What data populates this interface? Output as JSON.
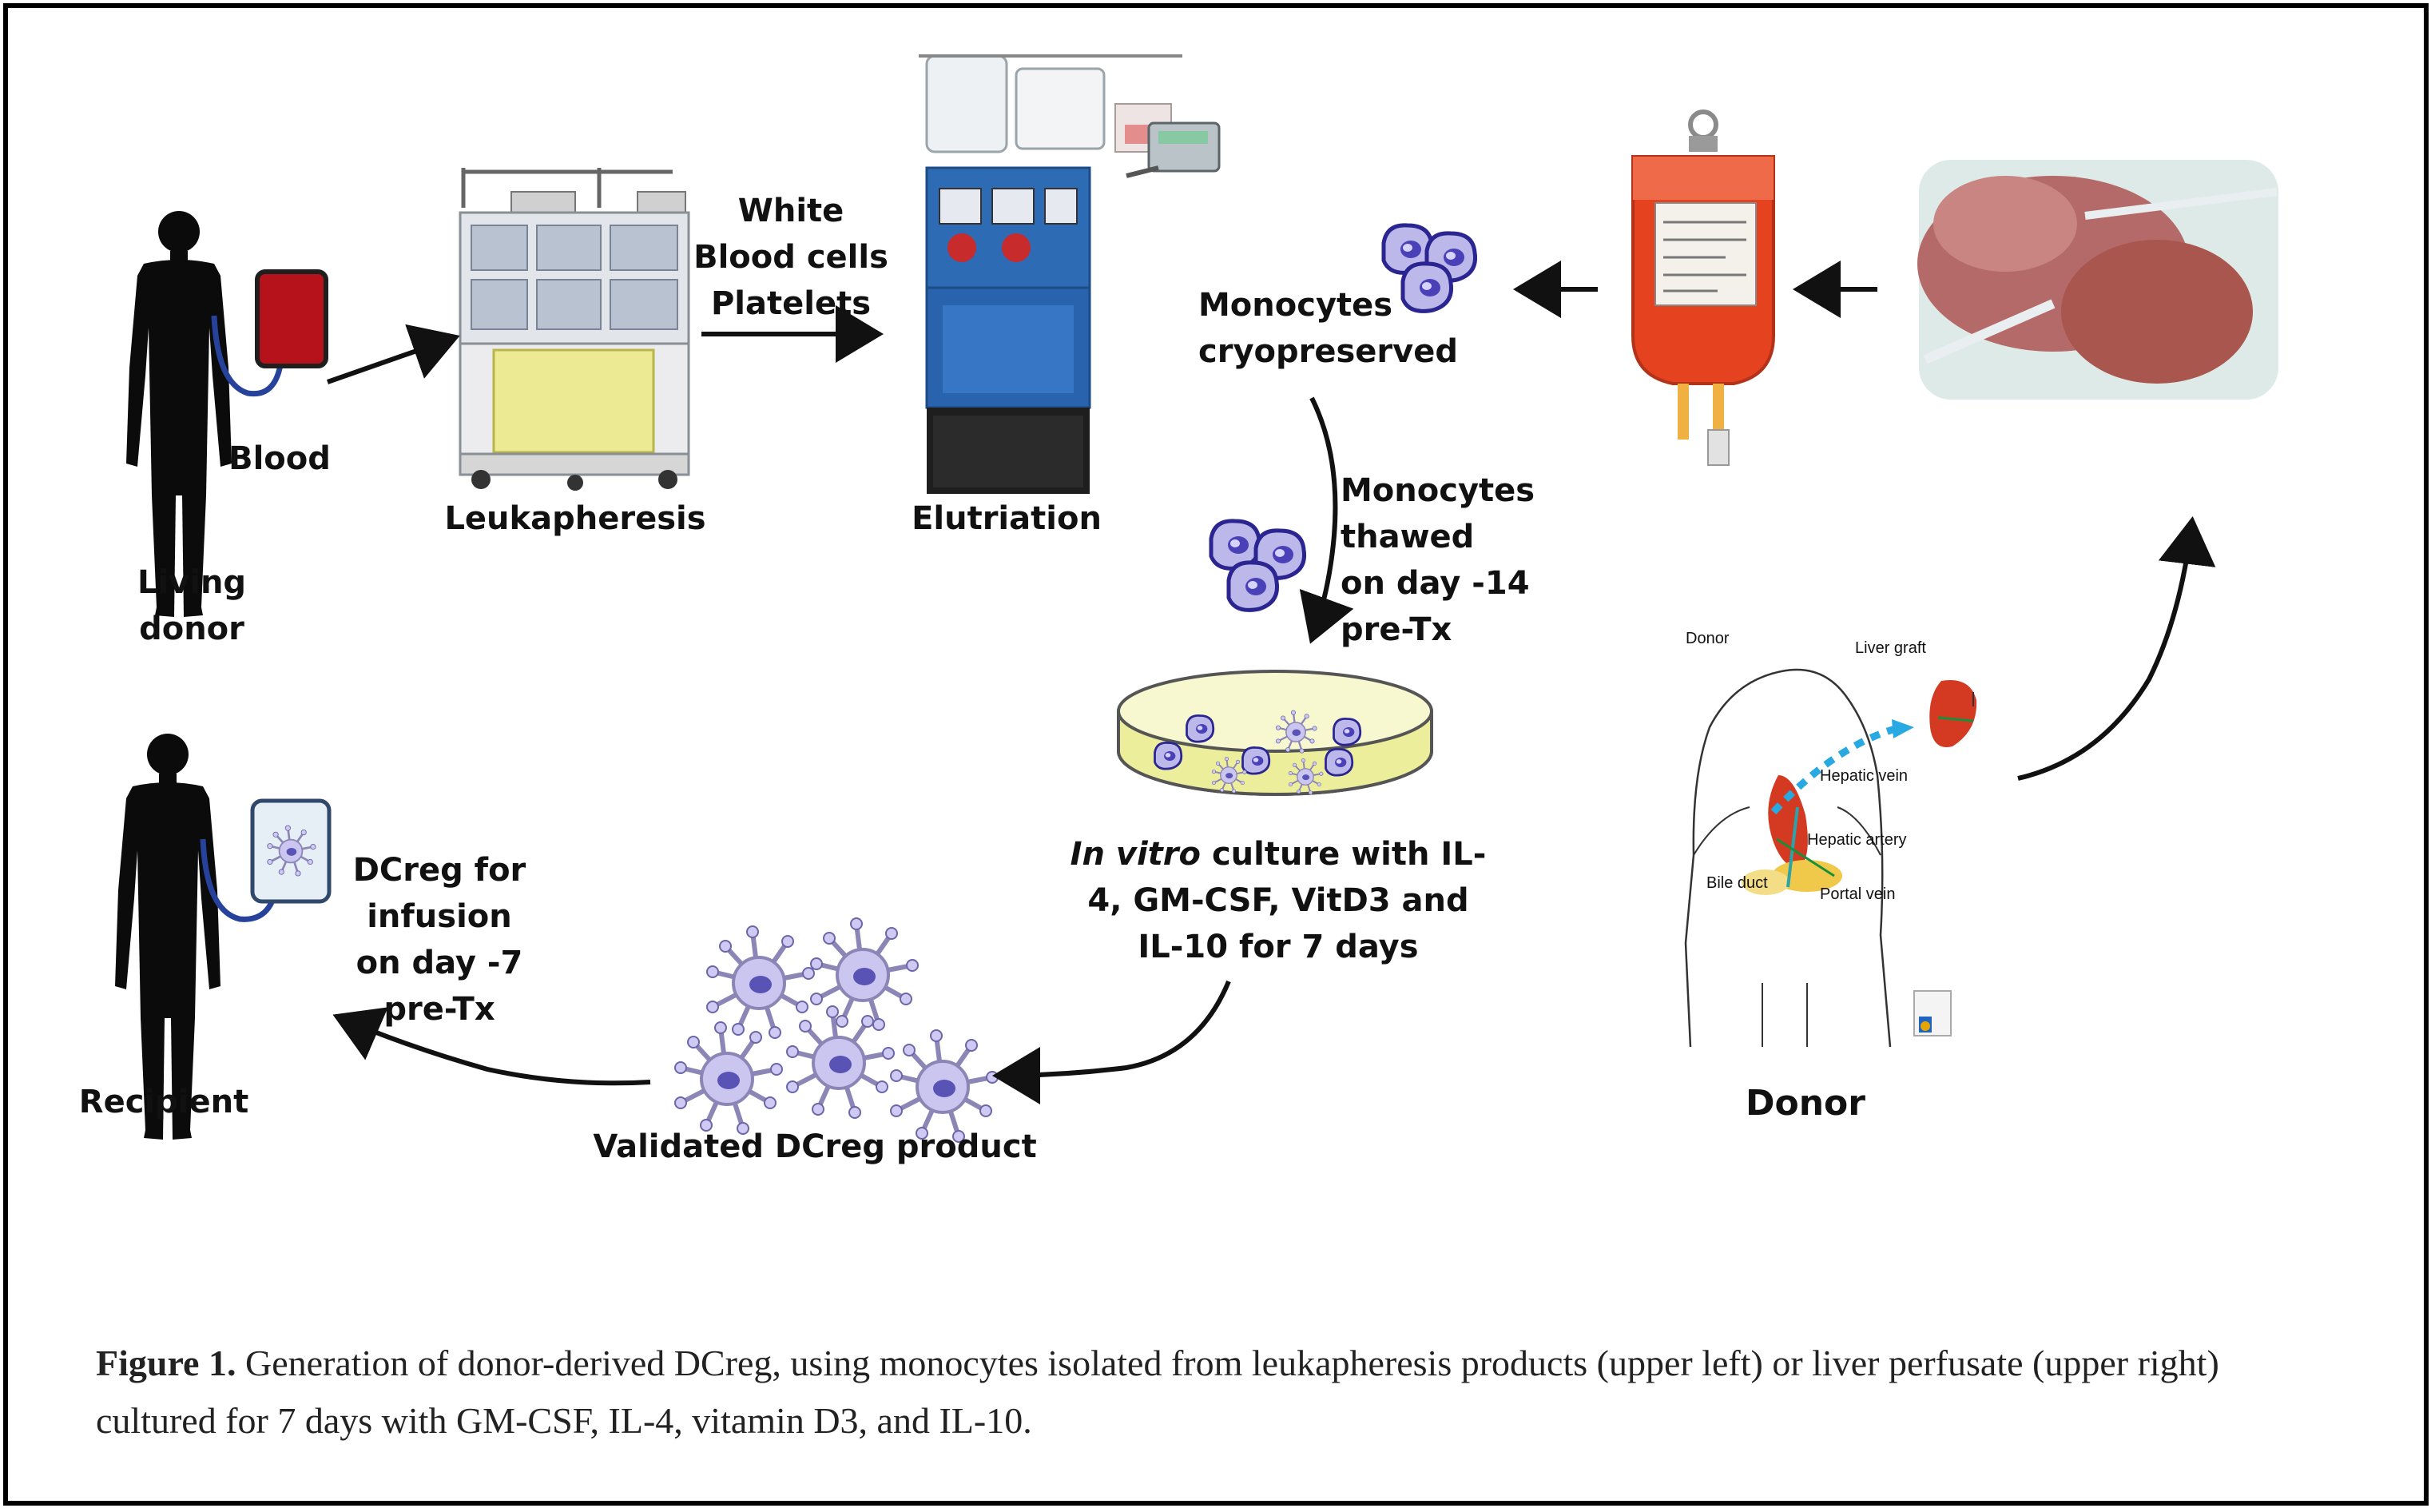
{
  "labels": {
    "blood": "Blood",
    "living_donor": [
      "Living",
      "donor"
    ],
    "leukapheresis": "Leukapheresis",
    "wbc": [
      "White",
      "Blood cells",
      "Platelets"
    ],
    "elutriation": "Elutriation",
    "monocytes_cryo": [
      "Monocytes",
      "cryopreserved"
    ],
    "monocytes_thawed": [
      "Monocytes",
      "thawed",
      "on day -14",
      "pre-Tx"
    ],
    "culture_italic": "In vitro",
    "culture": [
      " culture with IL-",
      "4, GM-CSF, VitD3 and",
      "IL-10 for 7 days"
    ],
    "validated": "Validated DCreg product",
    "dcreg_infusion": [
      "DCreg for",
      "infusion",
      "on day -7",
      "pre-Tx"
    ],
    "recipient": "Recipient",
    "donor_big": "Donor"
  },
  "inset": {
    "donor": "Donor",
    "liver_graft": "Liver graft",
    "hepatic_vein": "Hepatic vein",
    "hepatic_artery": "Hepatic artery",
    "bile_duct": "Bile duct",
    "portal_vein": "Portal vein"
  },
  "caption": {
    "lead": "Figure 1.",
    "text": " Generation of donor-derived DCreg, using monocytes isolated from leukapheresis products (upper left) or liver perfusate (upper right) cultured for 7 days with GM-CSF, IL-4, vitamin D3, and IL-10."
  }
}
